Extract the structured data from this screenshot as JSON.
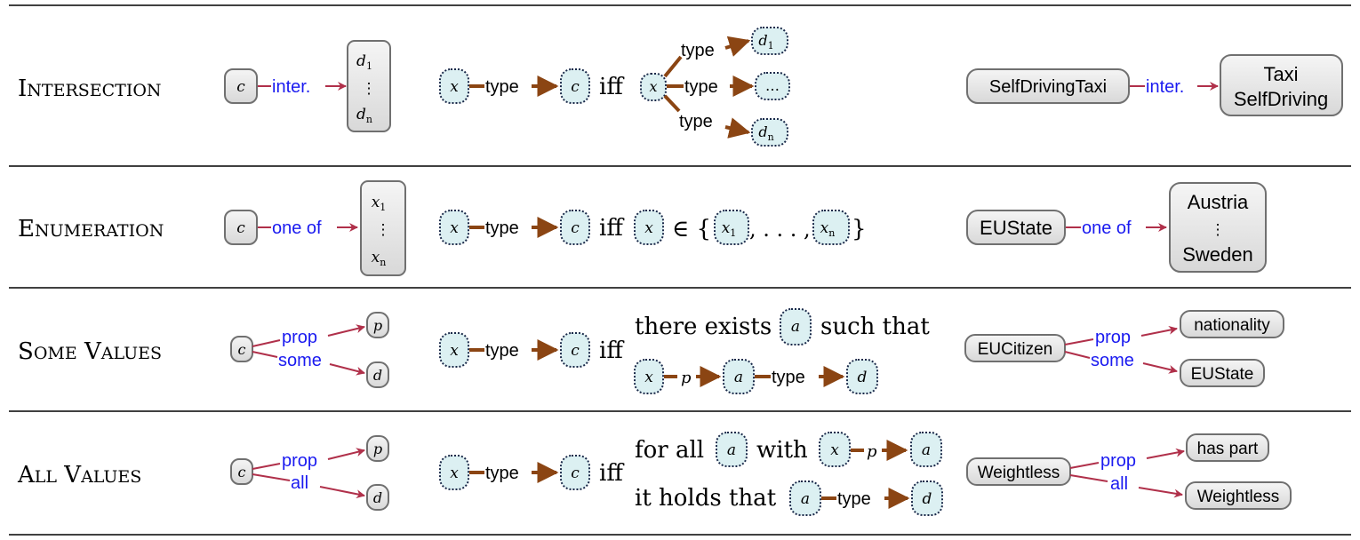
{
  "colors": {
    "class_fill": "#e9e9e9",
    "class_stroke": "#707070",
    "inst_fill": "#dcf0f2",
    "inst_stroke": "#1b2a4a",
    "type_arrow": "#8b4513",
    "prop_arrow": "#b0304a",
    "prop_label": "#1a1af0",
    "rule": "#000000"
  },
  "rows": [
    {
      "name": "Intersection",
      "cap": "I",
      "rest": "NTERSECTION",
      "pattern": {
        "c": "c",
        "prop": "inter.",
        "list_first": "d",
        "list_first_sub": "1",
        "list_dots": "⋮",
        "list_last": "d",
        "list_last_sub": "n"
      },
      "semantics": {
        "x": "x",
        "type": "type",
        "c": "c",
        "iff": "iff",
        "x2": "x",
        "t1": "type",
        "t2": "type",
        "t3": "type",
        "d1": "d",
        "d1_sub": "1",
        "dmid": "…",
        "dn": "d",
        "dn_sub": "n"
      },
      "example": {
        "src": "SelfDrivingTaxi",
        "prop": "inter.",
        "tgt_line1": "Taxi",
        "tgt_line2": "SelfDriving"
      }
    },
    {
      "name": "Enumeration",
      "cap": "E",
      "rest": "NUMERATION",
      "pattern": {
        "c": "c",
        "prop": "one of",
        "list_first": "x",
        "list_first_sub": "1",
        "list_dots": "⋮",
        "list_last": "x",
        "list_last_sub": "n"
      },
      "semantics": {
        "x": "x",
        "type": "type",
        "c": "c",
        "iff": "iff",
        "x2": "x",
        "in": "∈ {",
        "x1": "x",
        "x1_sub": "1",
        "ellipsis": ", . . . ,",
        "xn": "x",
        "xn_sub": "n",
        "close": "}"
      },
      "example": {
        "src": "EUState",
        "prop": "one of",
        "tgt_line1": "Austria",
        "tgt_dots": "⋮",
        "tgt_line3": "Sweden"
      }
    },
    {
      "name": "Some Values",
      "cap1": "S",
      "rest1": "OME",
      "cap2": "V",
      "rest2": "ALUES",
      "pattern": {
        "c": "c",
        "prop": "prop",
        "quant": "some",
        "p": "p",
        "d": "d"
      },
      "semantics": {
        "x": "x",
        "type": "type",
        "c": "c",
        "iff": "iff",
        "line1_a": "there exists",
        "a": "a",
        "line1_b": "such that",
        "x2": "x",
        "p": "p",
        "a2": "a",
        "type2": "type",
        "d": "d"
      },
      "example": {
        "src": "EUCitizen",
        "prop": "prop",
        "quant": "some",
        "p": "nationality",
        "d": "EUState"
      }
    },
    {
      "name": "All Values",
      "cap1": "A",
      "rest1": "LL",
      "cap2": "V",
      "rest2": "ALUES",
      "pattern": {
        "c": "c",
        "prop": "prop",
        "quant": "all",
        "p": "p",
        "d": "d"
      },
      "semantics": {
        "x": "x",
        "type": "type",
        "c": "c",
        "iff": "iff",
        "line1_a": "for all",
        "a": "a",
        "line1_b": "with",
        "x2": "x",
        "p": "p",
        "a2": "a",
        "line2_a": "it holds that",
        "a3": "a",
        "type2": "type",
        "d": "d"
      },
      "example": {
        "src": "Weightless",
        "prop": "prop",
        "quant": "all",
        "p": "has part",
        "d": "Weightless"
      }
    }
  ]
}
